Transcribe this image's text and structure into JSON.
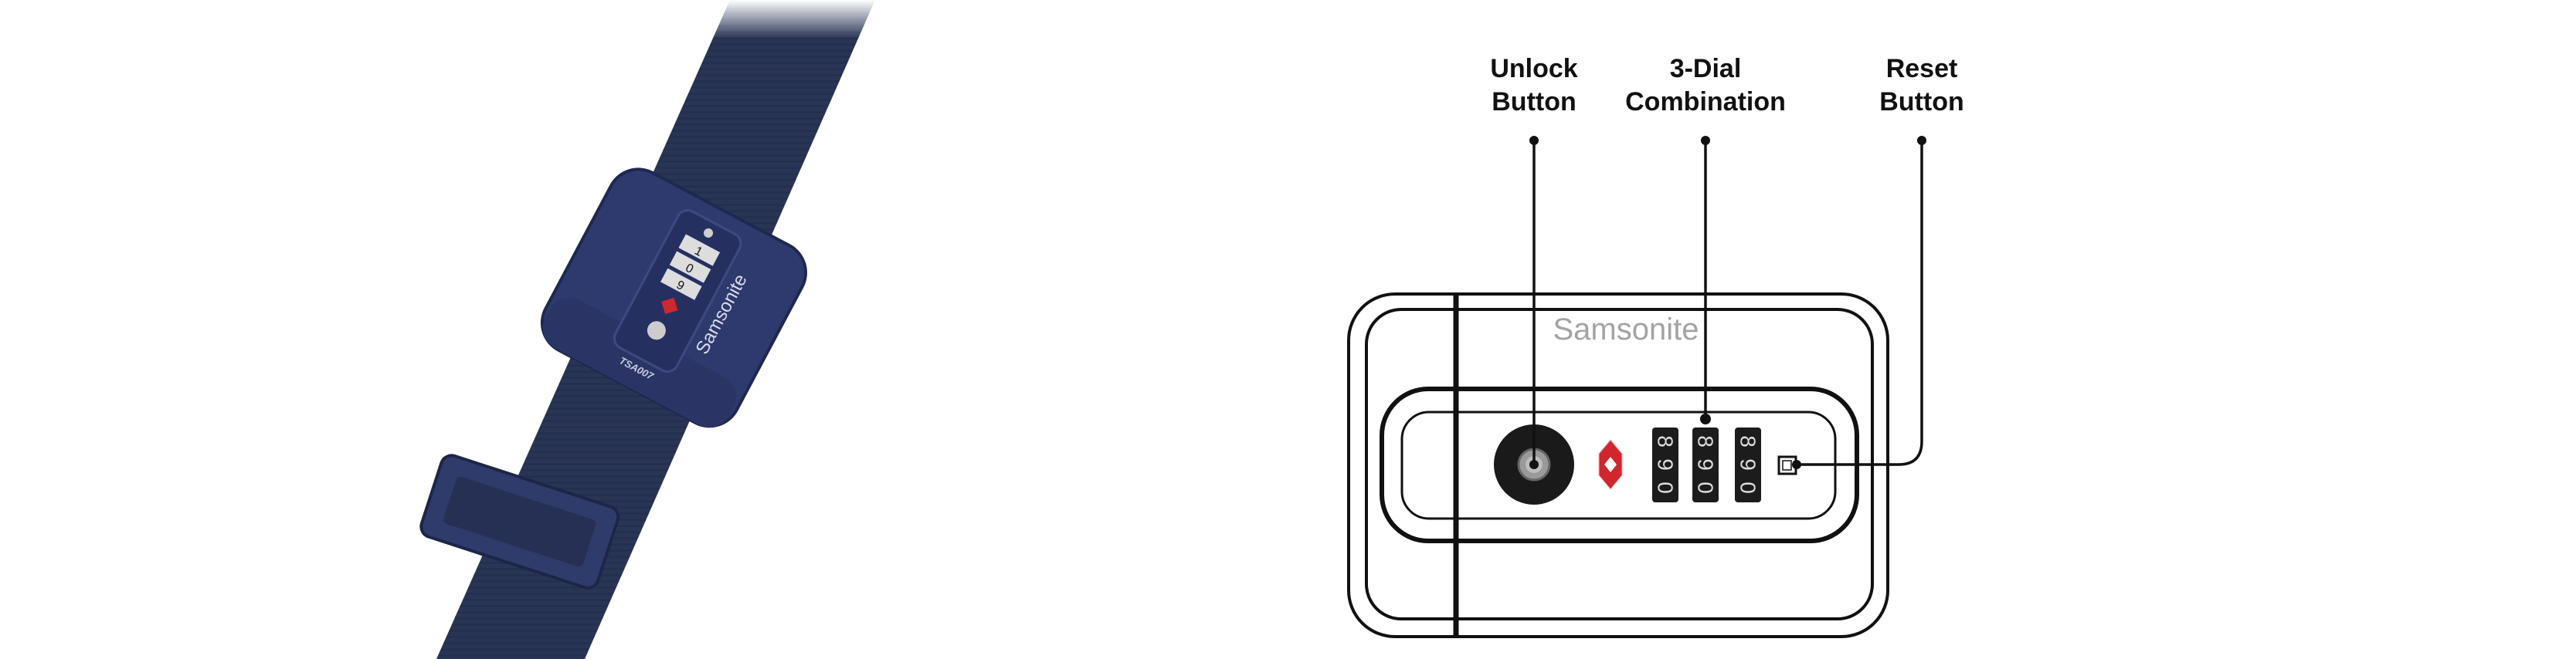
{
  "photo": {
    "brand": "Samsonite",
    "model_code": "TSA007",
    "dial_digits": [
      "1",
      "0",
      "9"
    ],
    "strap_color": "#2a3556",
    "lock_color": "#2e3a6e"
  },
  "diagram": {
    "brand": "Samsonite",
    "callouts": [
      {
        "line1": "Unlock",
        "line2": "Button"
      },
      {
        "line1": "3-Dial",
        "line2": "Combination"
      },
      {
        "line1": "Reset",
        "line2": "Button"
      }
    ],
    "dials": [
      [
        "8",
        "9",
        "0"
      ],
      [
        "8",
        "9",
        "0"
      ],
      [
        "8",
        "9",
        "0"
      ]
    ],
    "tsa_color": "#d0262e"
  }
}
